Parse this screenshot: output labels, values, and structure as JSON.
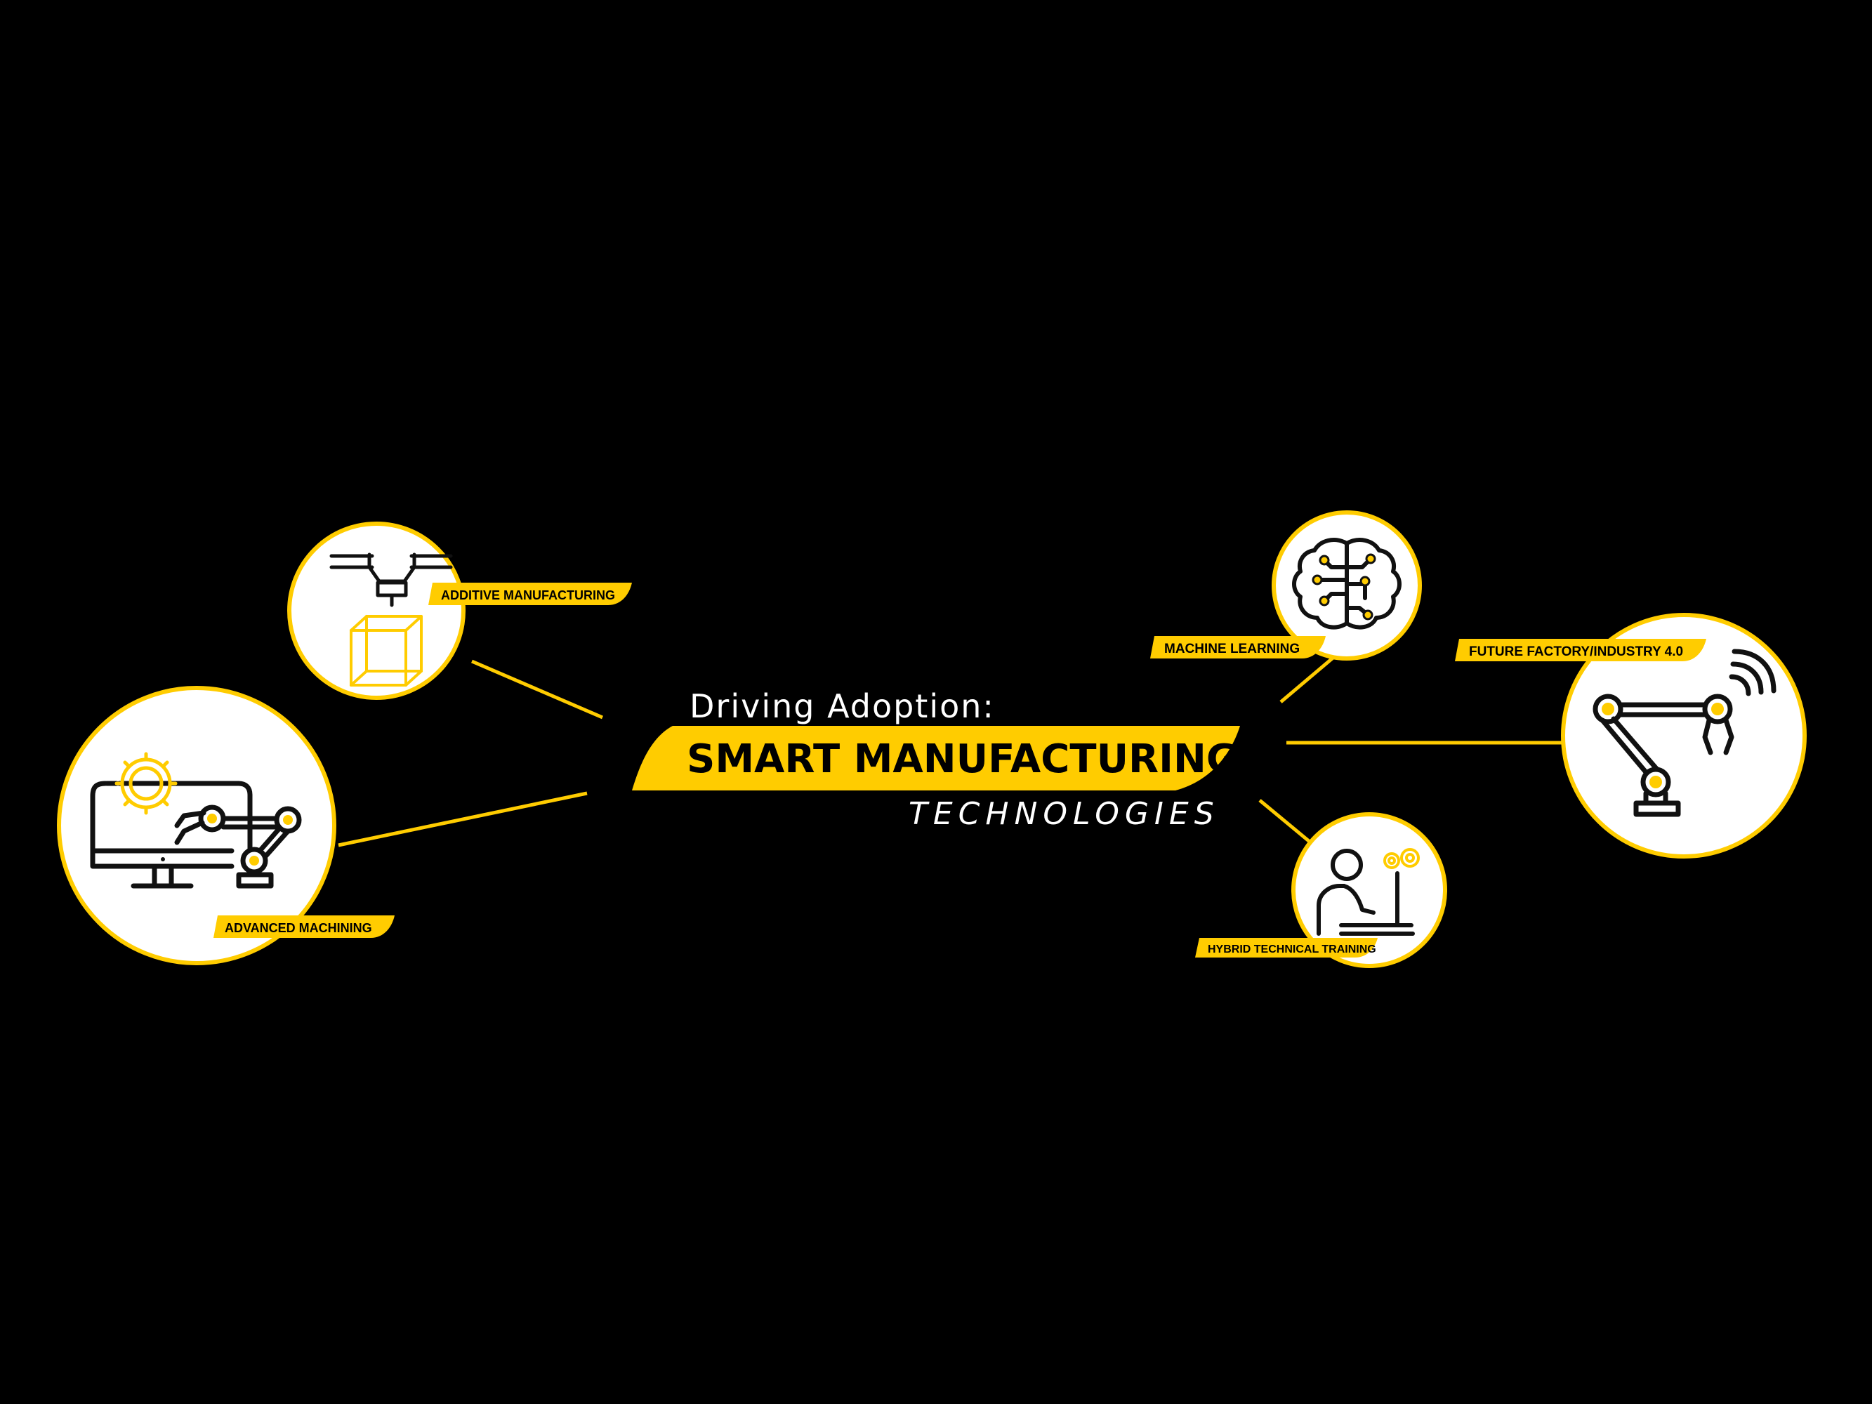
{
  "colors": {
    "background": "#000000",
    "accent": "#FFCC00",
    "circle_fill": "#FFFFFF",
    "icon_stroke": "#111111",
    "title_text": "#FFFFFF"
  },
  "title": {
    "line1": "Driving Adoption:",
    "line2": "SMART MANUFACTURING",
    "line3": "TECHNOLOGIES"
  },
  "nodes": [
    {
      "id": "additive",
      "label": "ADDITIVE MANUFACTURING",
      "icon": "3d-printer-icon"
    },
    {
      "id": "advanced",
      "label": "ADVANCED MACHINING",
      "icon": "computer-robot-arm-icon"
    },
    {
      "id": "ml",
      "label": "MACHINE LEARNING",
      "icon": "brain-circuit-icon"
    },
    {
      "id": "future",
      "label": "FUTURE FACTORY/INDUSTRY 4.0",
      "icon": "robot-arms-wireless-icon"
    },
    {
      "id": "hybrid",
      "label": "HYBRID TECHNICAL TRAINING",
      "icon": "person-laptop-gears-icon"
    }
  ]
}
